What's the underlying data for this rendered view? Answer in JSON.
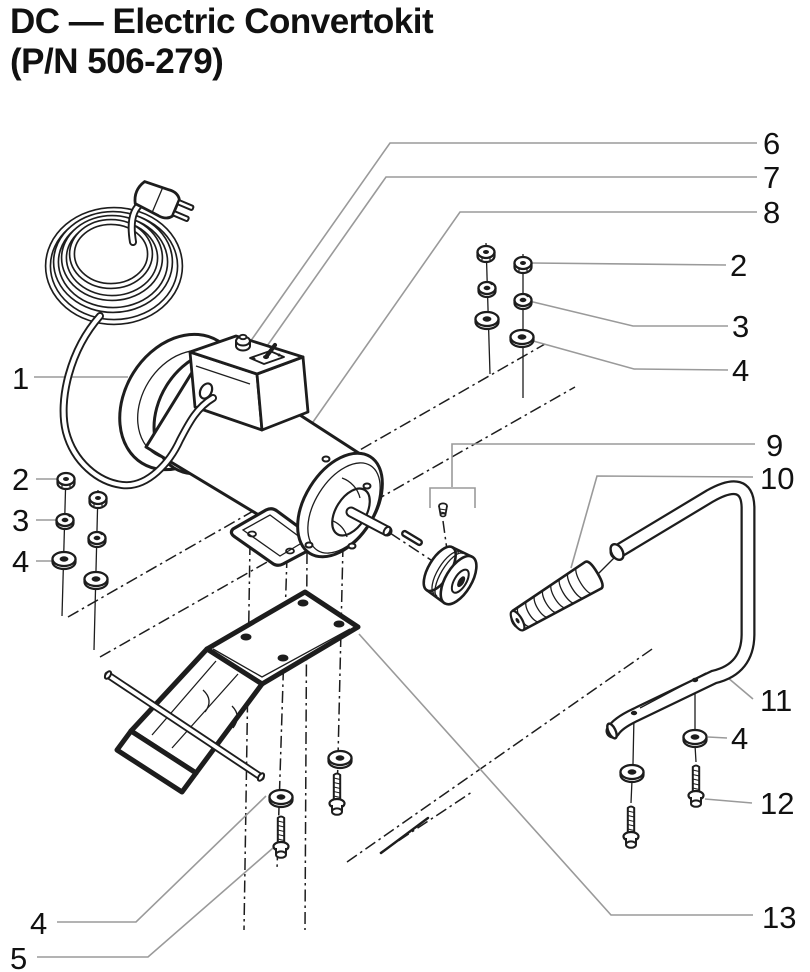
{
  "page": {
    "title_line1": "DC — Electric Convertokit",
    "title_line2": "(P/N 506-279)"
  },
  "diagram": {
    "kind": "exploded-parts-diagram",
    "colors": {
      "line": "#1d1d1d",
      "leader": "#9a9a9a",
      "text": "#111111",
      "background": "#ffffff"
    },
    "callouts": {
      "n1": {
        "label": "1"
      },
      "n2l": {
        "label": "2"
      },
      "n3l": {
        "label": "3"
      },
      "n4l": {
        "label": "4"
      },
      "n4b": {
        "label": "4"
      },
      "n5": {
        "label": "5"
      },
      "n6": {
        "label": "6"
      },
      "n7": {
        "label": "7"
      },
      "n8": {
        "label": "8"
      },
      "n2r": {
        "label": "2"
      },
      "n3r": {
        "label": "3"
      },
      "n4r": {
        "label": "4"
      },
      "n9": {
        "label": "9"
      },
      "n10": {
        "label": "10"
      },
      "n11": {
        "label": "11"
      },
      "n4h": {
        "label": "4"
      },
      "n12": {
        "label": "12"
      },
      "n13": {
        "label": "13"
      }
    }
  }
}
